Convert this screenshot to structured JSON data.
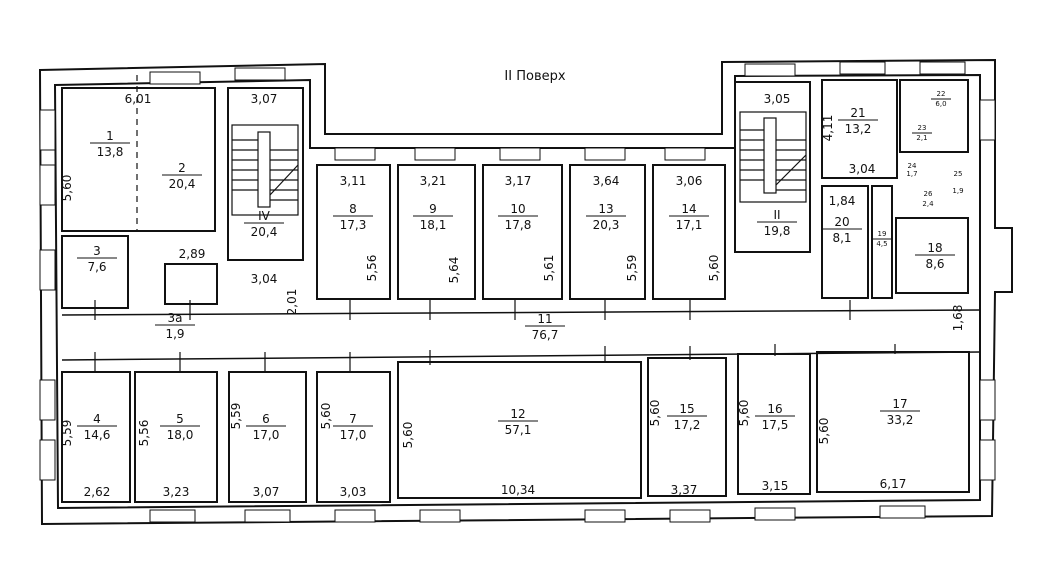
{
  "title": "II Поверх",
  "rooms": [
    {
      "number": "1",
      "area": "13,8"
    },
    {
      "number": "2",
      "area": "20,4"
    },
    {
      "number": "3",
      "area": "7,6"
    },
    {
      "number": "3а",
      "area": "1,9"
    },
    {
      "number": "IV",
      "area": "20,4"
    },
    {
      "number": "8",
      "area": "17,3"
    },
    {
      "number": "9",
      "area": "18,1"
    },
    {
      "number": "10",
      "area": "17,8"
    },
    {
      "number": "13",
      "area": "20,3"
    },
    {
      "number": "14",
      "area": "17,1"
    },
    {
      "number": "II",
      "area": "19,8"
    },
    {
      "number": "21",
      "area": "13,2"
    },
    {
      "number": "22",
      "area": "6,0"
    },
    {
      "number": "23",
      "area": "2,1"
    },
    {
      "number": "20",
      "area": "8,1"
    },
    {
      "number": "19",
      "area": "4,5"
    },
    {
      "number": "18",
      "area": "8,6"
    },
    {
      "number": "11",
      "area": "76,7"
    },
    {
      "number": "4",
      "area": "14,6"
    },
    {
      "number": "5",
      "area": "18,0"
    },
    {
      "number": "6",
      "area": "17,0"
    },
    {
      "number": "7",
      "area": "17,0"
    },
    {
      "number": "12",
      "area": "57,1"
    },
    {
      "number": "15",
      "area": "17,2"
    },
    {
      "number": "16",
      "area": "17,5"
    },
    {
      "number": "17",
      "area": "33,2"
    }
  ],
  "small_labels": [
    "24",
    "1,7",
    "25",
    "1,9",
    "26",
    "2,4"
  ],
  "dimensions": {
    "d601": "6,01",
    "d560a": "5,60",
    "d289": "2,89",
    "d307a": "3,07",
    "d304a": "3,04",
    "d201": "2,01",
    "d311": "3,11",
    "d556a": "5,56",
    "d321": "3,21",
    "d564": "5,64",
    "d317": "3,17",
    "d561": "5,61",
    "d364": "3,64",
    "d559a": "5,59",
    "d306": "3,06",
    "d560b": "5,60",
    "d305": "3,05",
    "d411": "4,11",
    "d304b": "3,04",
    "d184": "1,84",
    "d168": "1,68",
    "d559b": "5,59",
    "d262": "2,62",
    "d556b": "5,56",
    "d323": "3,23",
    "d559c": "5,59",
    "d307b": "3,07",
    "d560c": "5,60",
    "d303": "3,03",
    "d560d": "5,60",
    "d1034": "10,34",
    "d560e": "5,60",
    "d337": "3,37",
    "d560f": "5,60",
    "d315": "3,15",
    "d560g": "5,60",
    "d617": "6,17"
  }
}
